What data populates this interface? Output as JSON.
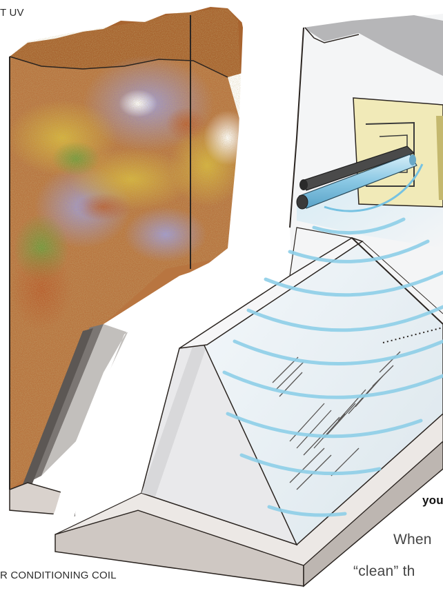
{
  "labels": {
    "top_left": "T UV",
    "bottom_left": "R CONDITIONING COIL"
  },
  "text_fragments": {
    "line1": "you",
    "line2": "When",
    "line3": "“clean” th"
  },
  "colors": {
    "uv_tube": "#9ad0e8",
    "uv_waves": "#8ecfe8",
    "mount_plate": "#f1eab8",
    "dirty_coil_base": "#b5703a",
    "clean_coil_glass": "#e6f0f5",
    "tray": "#dcd6d2"
  }
}
